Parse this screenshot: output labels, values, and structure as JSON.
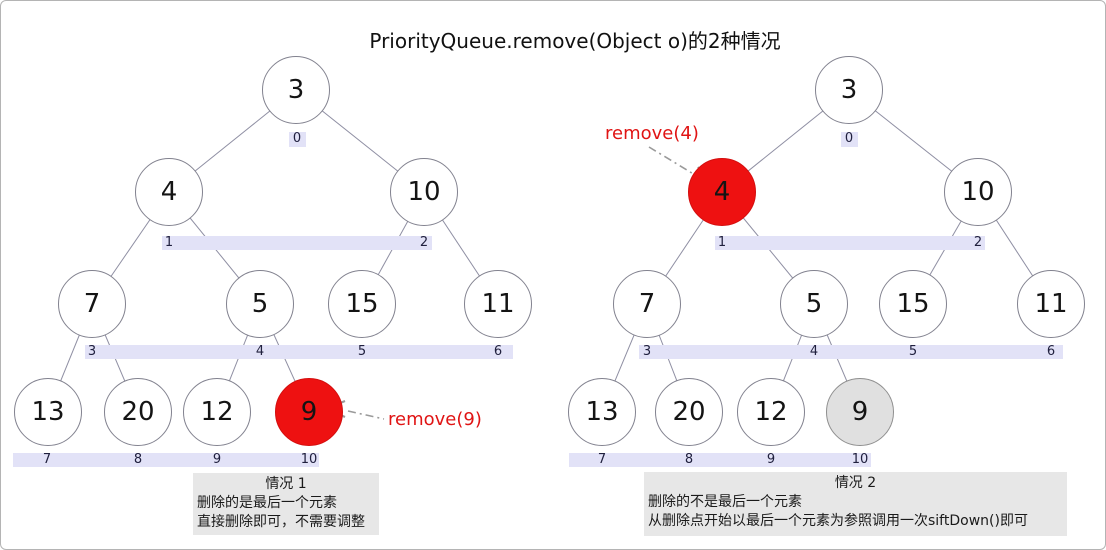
{
  "title": "PriorityQueue.remove(Object o)的2种情况",
  "indexes": [
    "0",
    "1",
    "2",
    "3",
    "4",
    "5",
    "6",
    "7",
    "8",
    "9",
    "10"
  ],
  "colors": {
    "highlight_red": "#ee1111",
    "removed_gray": "#e0e0e0",
    "index_bar_lavender": "#e2e2f7",
    "caption_bg": "#e7e7e7",
    "remove_text_red": "#e01414",
    "edge_gray": "#8f8fa3"
  },
  "trees": [
    {
      "remove_label": "remove(9)",
      "nodes": {
        "n0": "3",
        "n1": "4",
        "n2": "10",
        "n3": "7",
        "n4": "5",
        "n5": "15",
        "n6": "11",
        "n7": "13",
        "n8": "20",
        "n9": "12",
        "n10": "9"
      },
      "caption": {
        "heading": "情况 1",
        "line1": "删除的是最后一个元素",
        "line2": "直接删除即可，不需要调整"
      }
    },
    {
      "remove_label": "remove(4)",
      "nodes": {
        "n0": "3",
        "n1": "4",
        "n2": "10",
        "n3": "7",
        "n4": "5",
        "n5": "15",
        "n6": "11",
        "n7": "13",
        "n8": "20",
        "n9": "12",
        "n10": "9"
      },
      "caption": {
        "heading": "情况 2",
        "line1": "删除的不是最后一个元素",
        "line2": "从删除点开始以最后一个元素为参照调用一次siftDown()即可"
      }
    }
  ]
}
